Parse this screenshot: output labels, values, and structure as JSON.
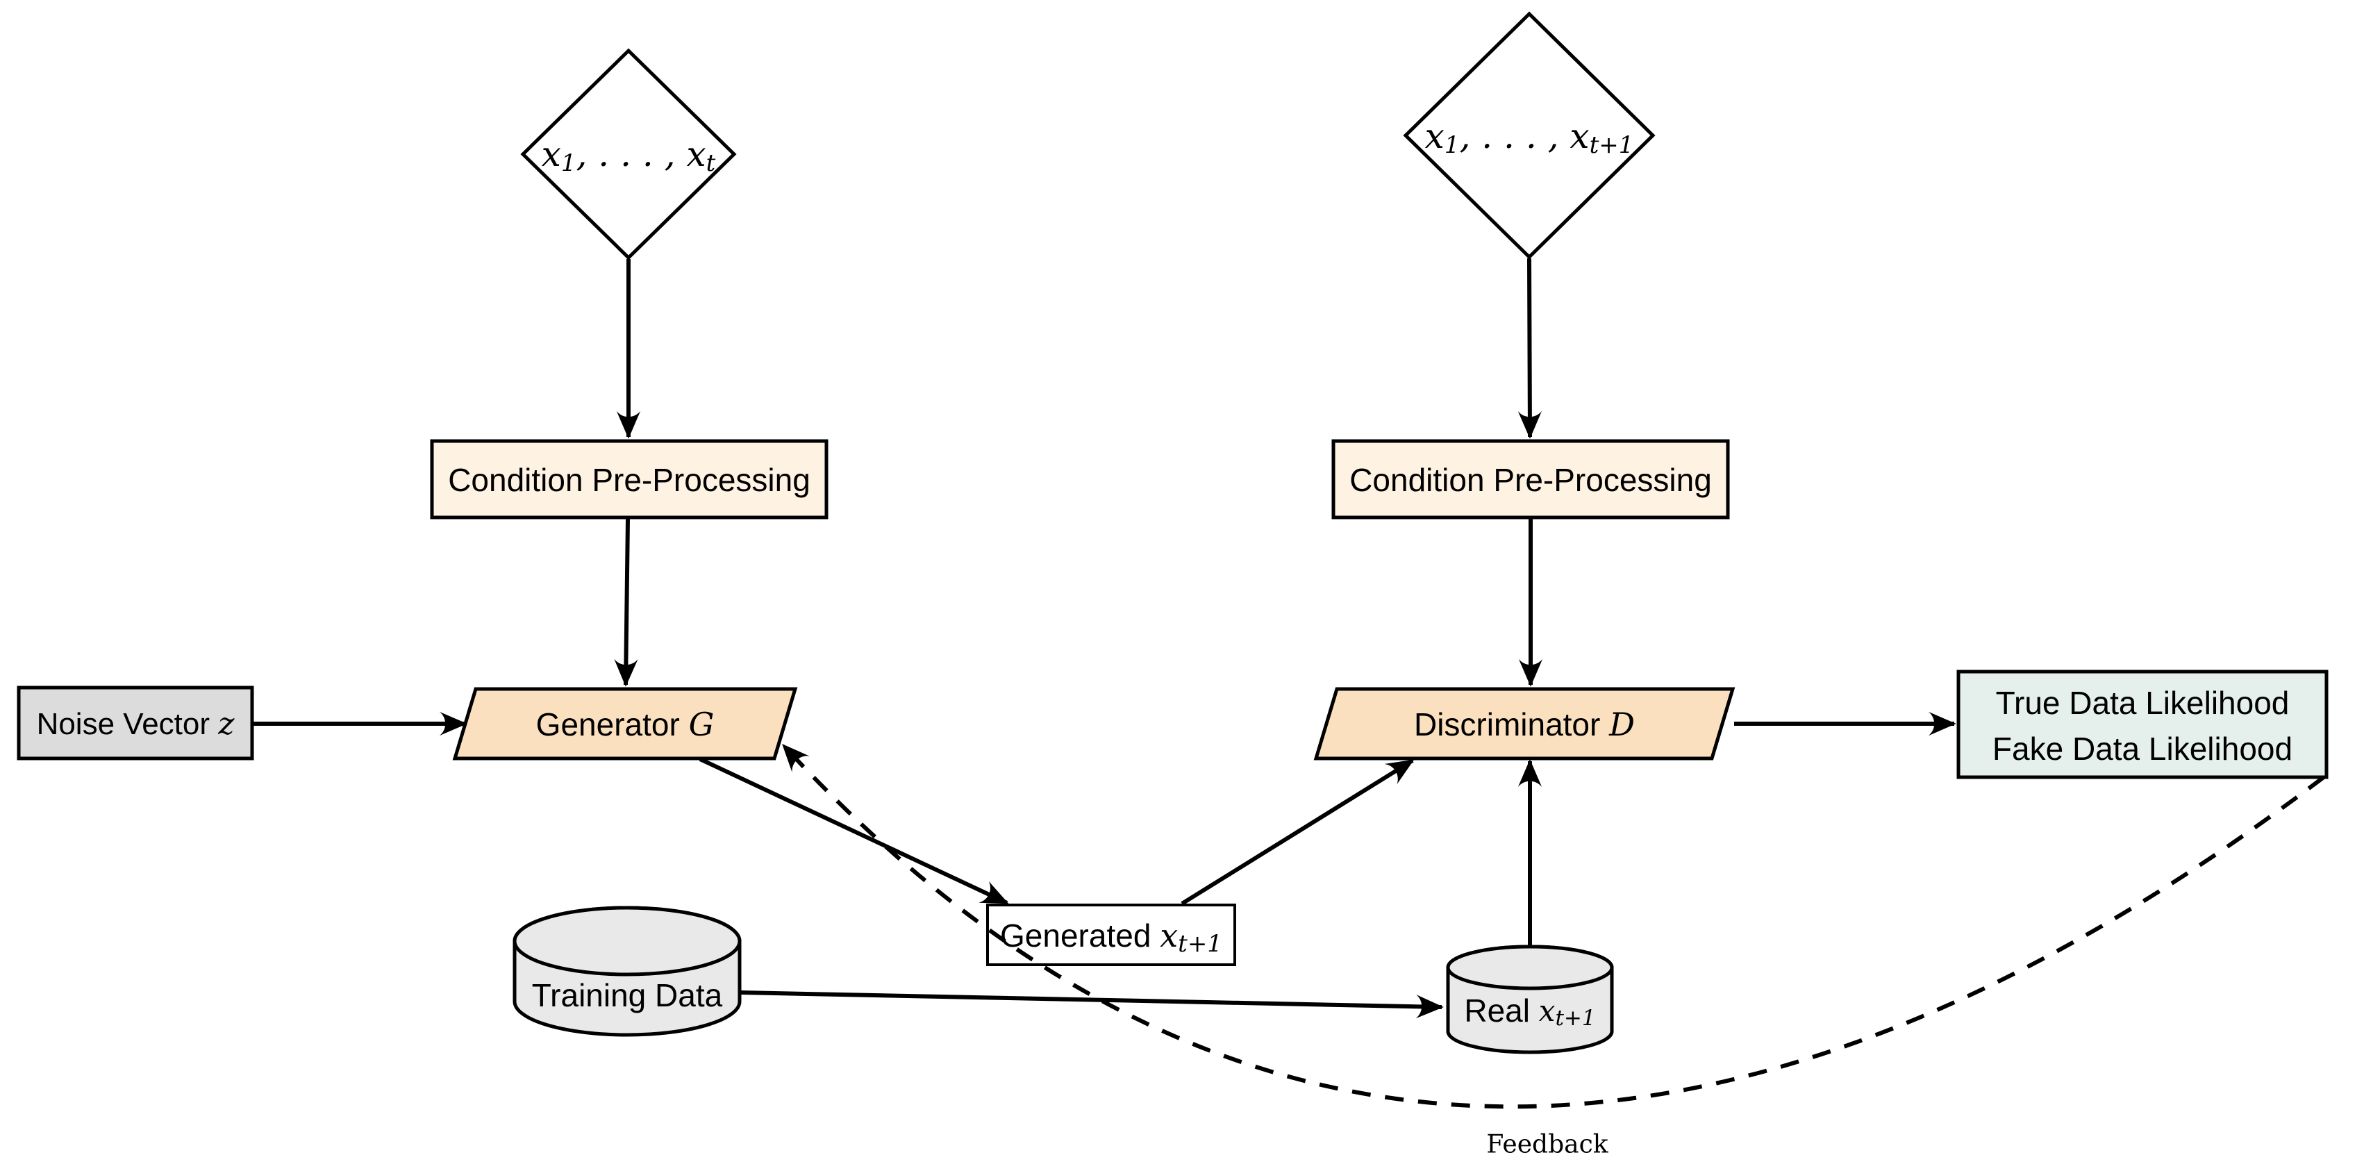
{
  "title": "Conditional GAN time-series architecture diagram",
  "colors": {
    "condition_fill": "#FEF2E3",
    "process_fill": "#FBE0BF",
    "noise_fill": "#DCDCDC",
    "cylinder_fill": "#E9E9E9",
    "likelihood_fill": "#E5F0ED",
    "generated_fill": "#FFFFFF",
    "diamond_fill": "#FFFFFF",
    "true_text": "#6C7032",
    "fake_text": "#F81515",
    "line_color": "#000000"
  },
  "nodes": {
    "history_left": {
      "x1": "x",
      "sub1": "1",
      "dots": ", . . . , ",
      "x2": "x",
      "sub2": "t"
    },
    "history_right": {
      "x1": "x",
      "sub1": "1",
      "dots": ", . . . , ",
      "x2": "x",
      "sub2": "t+1"
    },
    "cond_left": {
      "label": "Condition Pre-Processing"
    },
    "cond_right": {
      "label": "Condition Pre-Processing"
    },
    "noise": {
      "label": "Noise Vector ",
      "math": "z"
    },
    "generator": {
      "label": "Generator ",
      "math": "G"
    },
    "discriminator": {
      "label": "Discriminator ",
      "math": "D"
    },
    "likelihood": {
      "line1": "True Data Likelihood",
      "line2": "Fake Data Likelihood"
    },
    "training": {
      "label": "Training Data"
    },
    "generated": {
      "label": "Generated ",
      "math": "x",
      "sub": "t+1"
    },
    "real": {
      "label": "Real ",
      "math": "x",
      "sub": "t+1"
    },
    "feedback": {
      "label": "Feedback"
    }
  }
}
